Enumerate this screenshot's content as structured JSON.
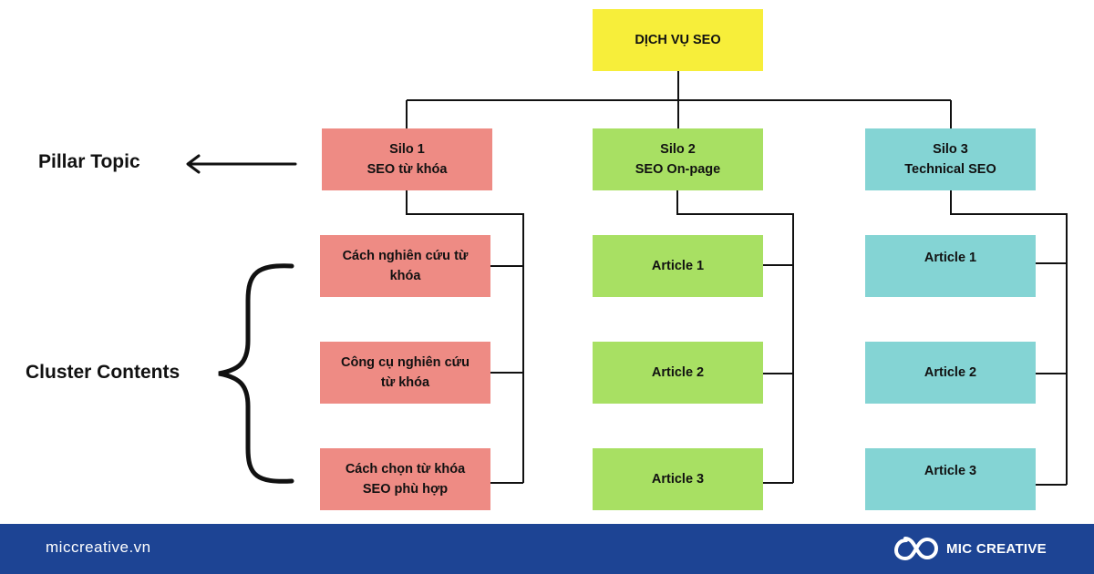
{
  "diagram": {
    "root": {
      "label": "DỊCH VỤ SEO",
      "color": "#f7ee3a"
    },
    "left_labels": {
      "pillar": "Pillar Topic",
      "cluster": "Cluster Contents"
    },
    "silos": [
      {
        "title": "Silo 1",
        "subtitle": "SEO từ khóa",
        "color": "#ee8b84",
        "articles": [
          {
            "line1": "Cách nghiên cứu từ",
            "line2": "khóa"
          },
          {
            "line1": "Công cụ nghiên cứu",
            "line2": "từ khóa"
          },
          {
            "line1": "Cách chọn từ khóa",
            "line2": "SEO phù hợp"
          }
        ]
      },
      {
        "title": "Silo 2",
        "subtitle": "SEO On-page",
        "color": "#a8e063",
        "articles": [
          {
            "line1": "Article 1",
            "line2": ""
          },
          {
            "line1": "Article 2",
            "line2": ""
          },
          {
            "line1": "Article 3",
            "line2": ""
          }
        ]
      },
      {
        "title": "Silo 3",
        "subtitle": "Technical SEO",
        "color": "#84d4d4",
        "articles": [
          {
            "line1": "Article 1",
            "line2": ""
          },
          {
            "line1": "Article 2",
            "line2": ""
          },
          {
            "line1": "Article 3",
            "line2": ""
          }
        ]
      }
    ]
  },
  "footer": {
    "website": "miccreative.vn",
    "brand": "MIC CREATIVE",
    "background": "#1d4494"
  },
  "icons": {
    "arrow": "arrow-left-icon",
    "brace": "curly-brace-icon",
    "logo": "mic-creative-logo-icon"
  }
}
